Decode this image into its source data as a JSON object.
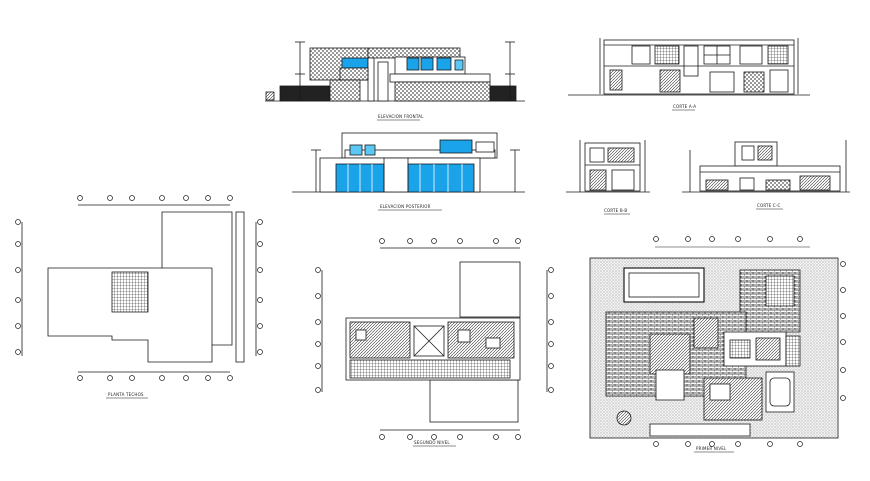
{
  "sheet": {
    "labels": {
      "elevacion_frontal": "ELEVACION FRONTAL",
      "elevacion_posterior": "ELEVACION POSTERIOR",
      "corte_aa": "CORTE A-A",
      "corte_bb": "CORTE B-B",
      "corte_cc": "CORTE C-C",
      "planta_techos": "PLANTA TECHOS",
      "segundo_nivel": "SEGUNDO NIVEL",
      "primer_nivel": "PRIMER NIVEL"
    },
    "colors": {
      "line": "#1a1a1a",
      "glass": "#1aa3e8",
      "glass_light": "#5cc8f5",
      "hatch": "#555555"
    }
  }
}
